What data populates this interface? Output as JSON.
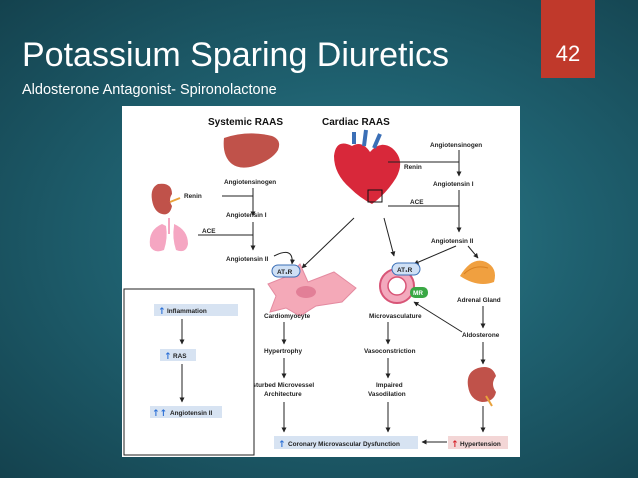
{
  "slide": {
    "title": "Potassium Sparing Diuretics",
    "subtitle": "Aldosterone Antagonist- Spironolactone",
    "page_number": "42"
  },
  "figure": {
    "headers": {
      "systemic": "Systemic RAAS",
      "cardiac": "Cardiac RAAS"
    },
    "systemic": {
      "angiotensinogen": "Angiotensinogen",
      "renin": "Renin",
      "angiotensin_i": "Angiotensin I",
      "ace": "ACE",
      "angiotensin_ii": "Angiotensin II"
    },
    "cardiac": {
      "angiotensinogen": "Angiotensinogen",
      "renin": "Renin",
      "angiotensin_i": "Angiotensin I",
      "ace": "ACE",
      "angiotensin_ii": "Angiotensin II"
    },
    "receptors": {
      "at1r_left": "AT₁R",
      "at1r_right": "AT₁R",
      "mr": "MR"
    },
    "targets": {
      "cardiomyocyte": "Cardiomyocyte",
      "microvasculature": "Microvasculature",
      "adrenal_gland": "Adrenal Gland",
      "aldosterone": "Aldosterone"
    },
    "effects": {
      "hypertrophy": "Hypertrophy",
      "vasoconstriction": "Vasoconstriction",
      "disturbed_1": "Disturbed Microvessel",
      "disturbed_2": "Architecture",
      "impaired_1": "Impaired",
      "impaired_2": "Vasodilation"
    },
    "legend": {
      "inflammation": "Inflammation",
      "ras": "RAS",
      "angiotensin_ii": "Angiotensin II"
    },
    "outcomes": {
      "coronary": "Coronary Microvascular Dysfunction",
      "hypertension": "Hypertension"
    },
    "colors": {
      "up_arrow_blue": "#2b6fd6",
      "up_arrow_red": "#d6242b",
      "legend_box": "#d7e3f2",
      "outcome_box_blue": "#d7e3f2",
      "outcome_box_red": "#f3d6d6",
      "mr_badge": "#3aa845",
      "liver": "#c0524a",
      "heart": "#d8283a",
      "cell_pink": "#f4a9b8",
      "adrenal": "#f0a040"
    }
  }
}
